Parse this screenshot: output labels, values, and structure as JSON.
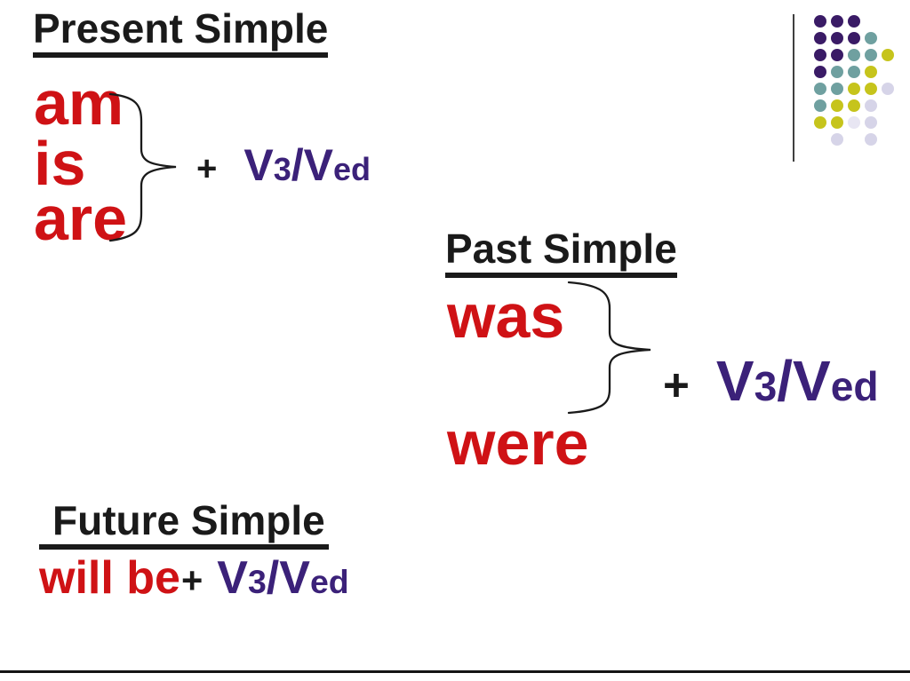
{
  "sections": {
    "present": {
      "title": "Present Simple",
      "forms": [
        "am",
        "is",
        "are"
      ],
      "formula": {
        "plus": "+",
        "v1": "V",
        "sub1": "3",
        "slash": "/",
        "v2": "V",
        "sub2": "ed"
      }
    },
    "past": {
      "title": "Past Simple",
      "forms": [
        "was",
        "were"
      ],
      "formula": {
        "plus": "+",
        "v1": "V",
        "sub1": "3",
        "slash": "/",
        "v2": "V",
        "sub2": "ed"
      }
    },
    "future": {
      "title": "Future Simple",
      "forms": [
        "will be"
      ],
      "formula": {
        "plus": "+",
        "v1": "V",
        "sub1": "3",
        "slash": "/",
        "v2": "V",
        "sub2": "ed"
      }
    }
  },
  "colors": {
    "auxiliary_red": "#cf1215",
    "formula_purple": "#3b2179",
    "text_black": "#1a1a1a"
  },
  "decor": {
    "dot_pattern": [
      "PPP..",
      "PPPT.",
      "PPTTY",
      "PTTY.",
      "TTYYL",
      "TYYL.",
      "YYlL.",
      ".L.L."
    ],
    "dot_colors": {
      "P": "#3a1b66",
      "T": "#6fa0a0",
      "Y": "#c6c41c",
      "L": "#d6d4e8",
      "l": "#e8e6f3"
    }
  }
}
